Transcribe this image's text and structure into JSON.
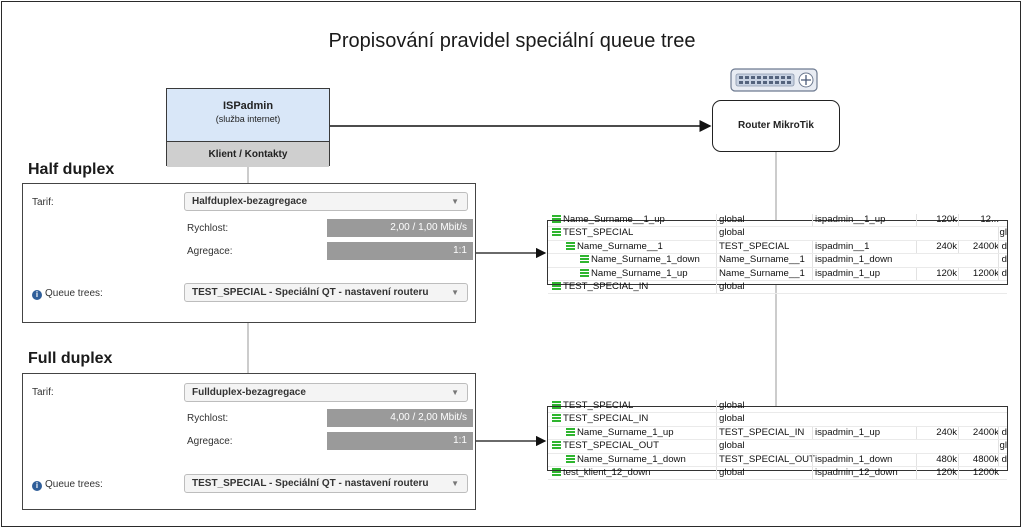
{
  "title": "Propisování pravidel speciální queue tree",
  "ispadmin": {
    "name": "ISPadmin",
    "subtitle": "(služba internet)",
    "footer": "Klient / Kontakty"
  },
  "router": {
    "label": "Router MikroTik"
  },
  "colors": {
    "isp_header": "#d9e7f8",
    "isp_footer": "#cfcfcf",
    "value_bar": "#9a9a9a",
    "tree_icon": "#2fb52f",
    "info_icon": "#2f5e99"
  },
  "half_duplex": {
    "section_label": "Half duplex",
    "tarif_label": "Tarif:",
    "tarif_value": "Halfduplex-bezagregace",
    "speed_label": "Rychlost:",
    "speed_value": "2,00 / 1,00 Mbit/s",
    "aggregation_label": "Agregace:",
    "aggregation_value": "1:1",
    "queue_label": "Queue trees:",
    "queue_value": "TEST_SPECIAL - Speciální QT - nastavení routeru",
    "table": [
      {
        "indent": 0,
        "name": "Name_Surname__1_up",
        "parent": "global",
        "target": "ispadmin__1_up",
        "limit": "120k",
        "max": "12..."
      },
      {
        "indent": 0,
        "name": "TEST_SPECIAL",
        "parent": "global",
        "target": "",
        "limit": "",
        "max": "",
        "end": "gl"
      },
      {
        "indent": 1,
        "name": "Name_Surname__1",
        "parent": "TEST_SPECIAL",
        "target": "ispadmin__1",
        "limit": "240k",
        "max": "2400k",
        "end": "d"
      },
      {
        "indent": 2,
        "name": "Name_Surname_1_down",
        "parent": "Name_Surname__1",
        "target": "ispadmin_1_down",
        "limit": "",
        "max": "",
        "end": "d"
      },
      {
        "indent": 2,
        "name": "Name_Surname_1_up",
        "parent": "Name_Surname__1",
        "target": "ispadmin_1_up",
        "limit": "120k",
        "max": "1200k",
        "end": "d"
      },
      {
        "indent": 0,
        "name": "TEST_SPECIAL_IN",
        "parent": "global",
        "target": "",
        "limit": "",
        "max": ""
      }
    ]
  },
  "full_duplex": {
    "section_label": "Full duplex",
    "tarif_label": "Tarif:",
    "tarif_value": "Fullduplex-bezagregace",
    "speed_label": "Rychlost:",
    "speed_value": "4,00 / 2,00 Mbit/s",
    "aggregation_label": "Agregace:",
    "aggregation_value": "1:1",
    "queue_label": "Queue trees:",
    "queue_value": "TEST_SPECIAL - Speciální QT - nastavení routeru",
    "table": [
      {
        "indent": 0,
        "name": "TEST_SPECIAL",
        "parent": "global",
        "target": "",
        "limit": "",
        "max": ""
      },
      {
        "indent": 0,
        "name": "TEST_SPECIAL_IN",
        "parent": "global",
        "target": "",
        "limit": "",
        "max": ""
      },
      {
        "indent": 1,
        "name": "Name_Surname_1_up",
        "parent": "TEST_SPECIAL_IN",
        "target": "ispadmin_1_up",
        "limit": "240k",
        "max": "2400k",
        "end": "d"
      },
      {
        "indent": 0,
        "name": "TEST_SPECIAL_OUT",
        "parent": "global",
        "target": "",
        "limit": "",
        "max": "",
        "end": "gl"
      },
      {
        "indent": 1,
        "name": "Name_Surname_1_down",
        "parent": "TEST_SPECIAL_OUT",
        "target": "ispadmin_1_down",
        "limit": "480k",
        "max": "4800k",
        "end": "d"
      },
      {
        "indent": 0,
        "name": "test_klient_12_down",
        "parent": "global",
        "target": "ispadmin_12_down",
        "limit": "120k",
        "max": "1200k"
      }
    ]
  }
}
